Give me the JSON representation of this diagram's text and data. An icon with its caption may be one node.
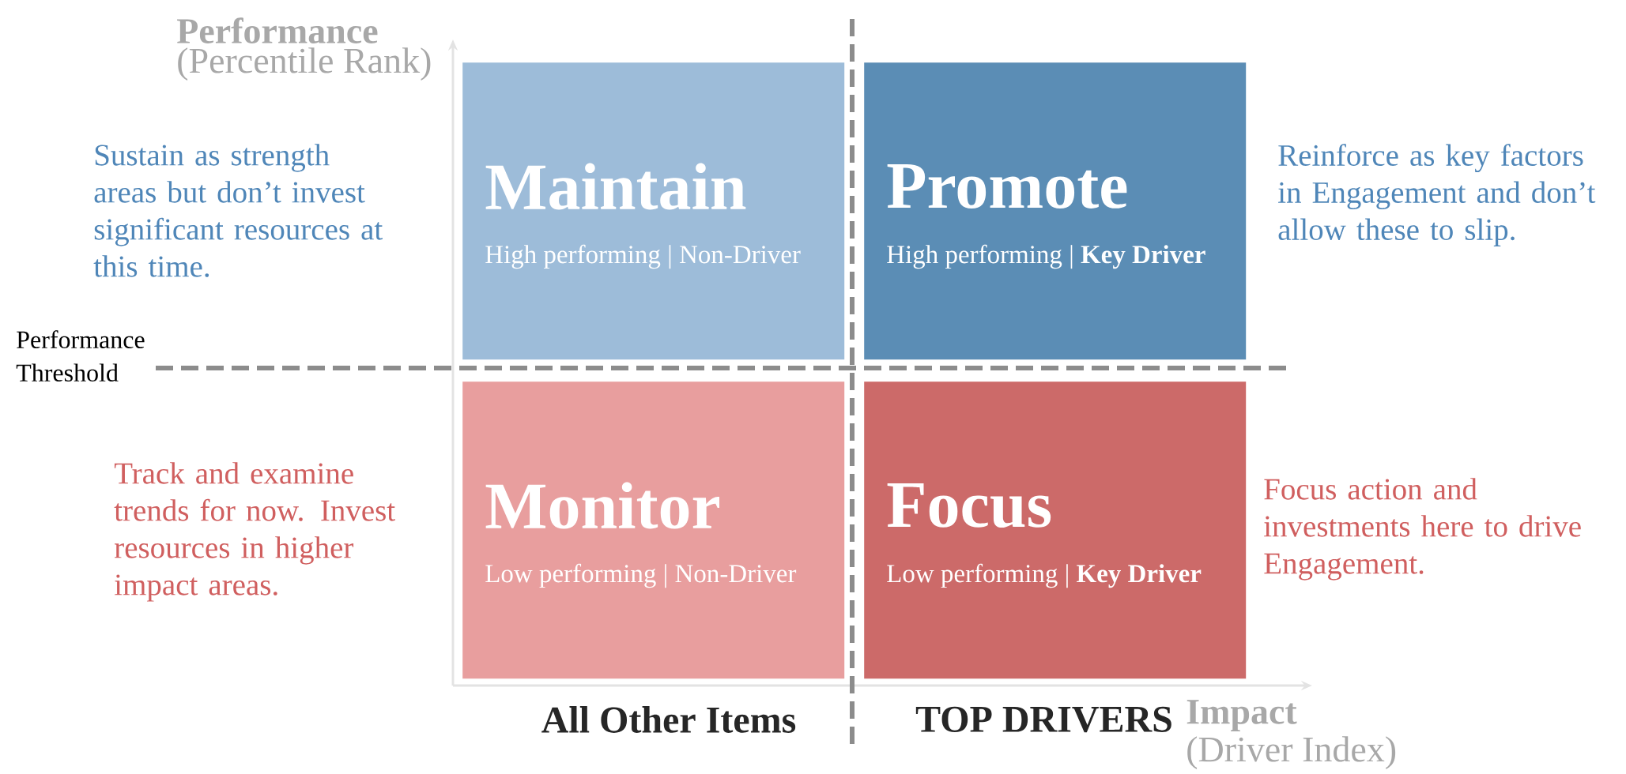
{
  "diagram": {
    "nodes": [
      {
        "text": [
          "Maintain",
          "High performing | Non-Driver"
        ],
        "beside": [
          "Sustain as strength areas but don’t invest significant resources at this time."
        ]
      },
      {
        "text": [
          "Promote",
          "High performing | **Key Driver**"
        ],
        "beside": [
          "Reinforce as key factors in Engagement and don’t allow these to slip."
        ]
      },
      {
        "text": [
          "Monitor",
          "Low performing | Non-Driver"
        ],
        "beside": [
          "Track and examine trends for now. Invest resources in higher impact areas."
        ]
      },
      {
        "text": [
          "Focus",
          "Low performing | **Key Driver**"
        ],
        "beside": [
          "Focus action and investments here to drive Engagement."
        ]
      }
    ],
    "edges": [],
    "labels": [
      "Performance",
      "(Percentile Rank)",
      "Performance Threshold",
      "All Other Items",
      "TOP DRIVERS",
      "Impact",
      "(Driver Index)"
    ]
  }
}
